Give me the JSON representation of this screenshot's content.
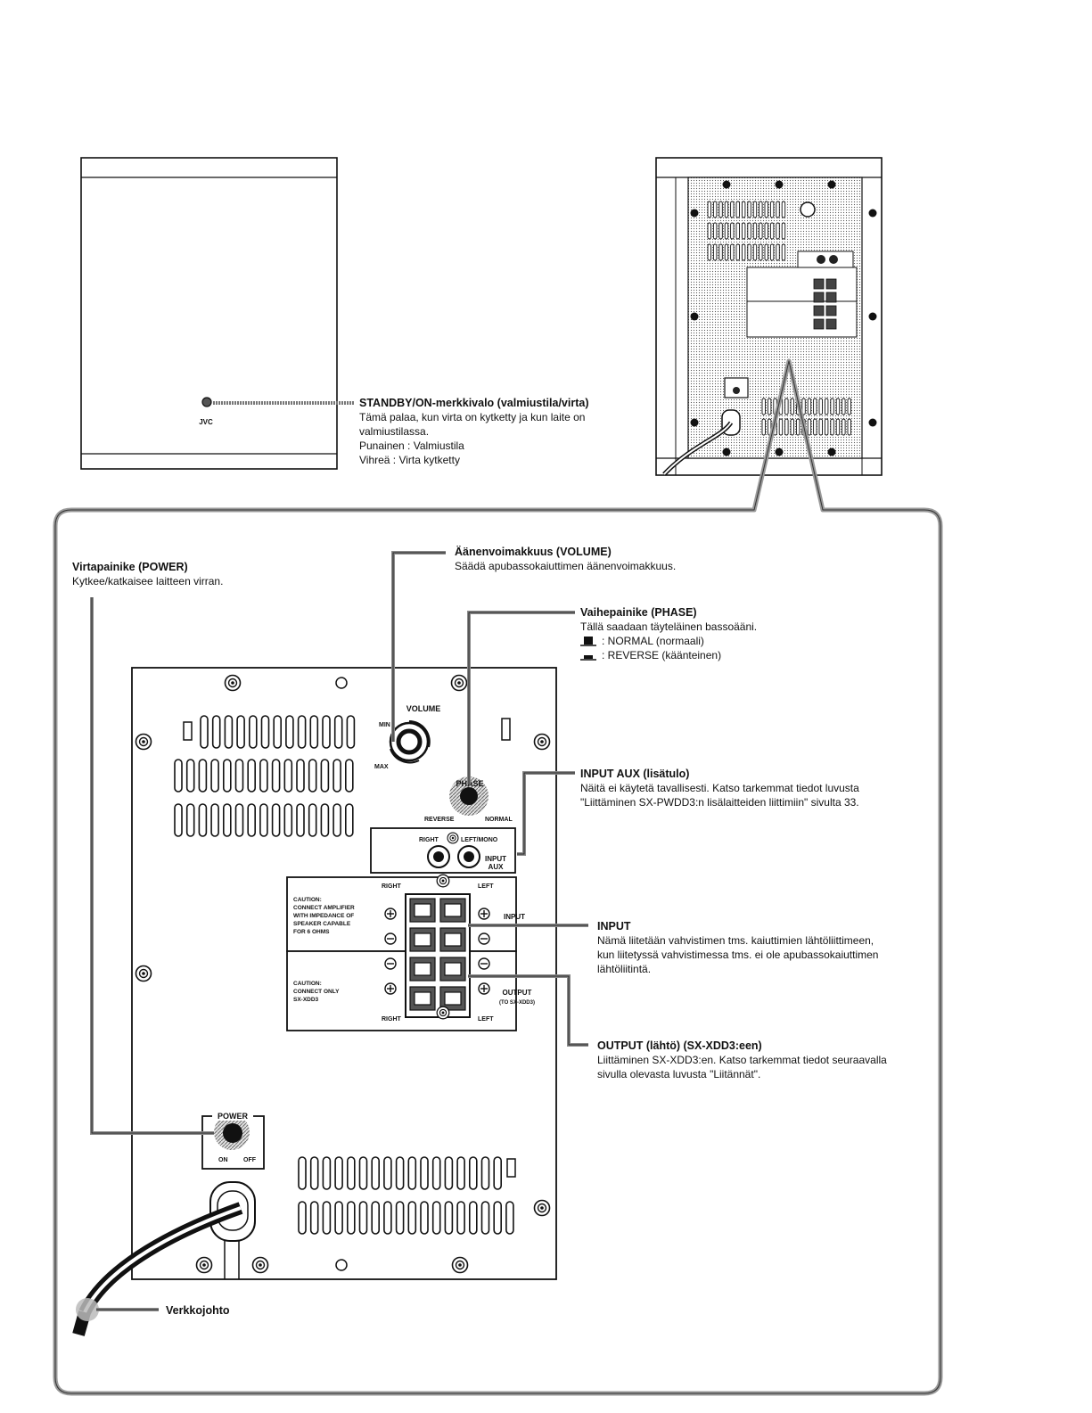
{
  "front_panel": {
    "logo": "JVC"
  },
  "callouts": {
    "standby": {
      "title": "STANDBY/ON-merkkivalo (valmiustila/virta)",
      "lines": [
        "Tämä palaa, kun virta on kytketty ja kun laite on",
        "valmiustilassa.",
        "Punainen : Valmiustila",
        "Vihreä : Virta kytketty"
      ]
    },
    "power": {
      "title": "Virtapainike (POWER)",
      "lines": [
        "Kytkee/katkaisee laitteen virran."
      ]
    },
    "volume": {
      "title": "Äänenvoimakkuus (VOLUME)",
      "lines": [
        "Säädä apubassokaiuttimen äänenvoimakkuus."
      ]
    },
    "phase": {
      "title": "Vaihepainike (PHASE)",
      "lines": [
        "Tällä saadaan täyteläinen bassoääni."
      ],
      "normal": ": NORMAL (normaali)",
      "reverse": ": REVERSE (käänteinen)"
    },
    "input_aux": {
      "title": "INPUT AUX (lisätulo)",
      "lines": [
        "Näitä ei käytetä tavallisesti. Katso tarkemmat tiedot luvusta",
        "\"Liittäminen SX-PWDD3:n lisälaitteiden liittimiin\" sivulta 33."
      ]
    },
    "input": {
      "title": "INPUT",
      "lines": [
        "Nämä liitetään vahvistimen tms. kaiuttimien lähtöliittimeen,",
        "kun liitetyssä vahvistimessa tms. ei ole apubassokaiuttimen",
        "lähtöliitintä."
      ]
    },
    "output": {
      "title": "OUTPUT (lähtö) (SX-XDD3:een)",
      "lines": [
        "Liittäminen SX-XDD3:en. Katso tarkemmat tiedot seuraavalla",
        "sivulla olevasta luvusta \"Liitännät\"."
      ]
    },
    "cord": {
      "title": "Verkkojohto"
    }
  },
  "panel_labels": {
    "volume": "VOLUME",
    "min": "MIN",
    "max": "MAX",
    "phase": "PHASE",
    "reverse": "REVERSE",
    "normal": "NORMAL",
    "right": "RIGHT",
    "left_mono": "LEFT/MONO",
    "input_aux": [
      "INPUT",
      "AUX"
    ],
    "right2": "RIGHT",
    "left2": "LEFT",
    "input": "INPUT",
    "output": "OUTPUT",
    "output_to": "(TO SX-XDD3)",
    "right3": "RIGHT",
    "left3": "LEFT",
    "caution1": [
      "CAUTION:",
      "CONNECT AMPLIFIER",
      "WITH IMPEDANCE OF",
      "SPEAKER CAPABLE",
      "FOR 6 OHMS"
    ],
    "caution2": [
      "CAUTION:",
      "CONNECT ONLY",
      "SX-XDD3"
    ],
    "power": "POWER",
    "on": "ON",
    "off": "OFF"
  }
}
